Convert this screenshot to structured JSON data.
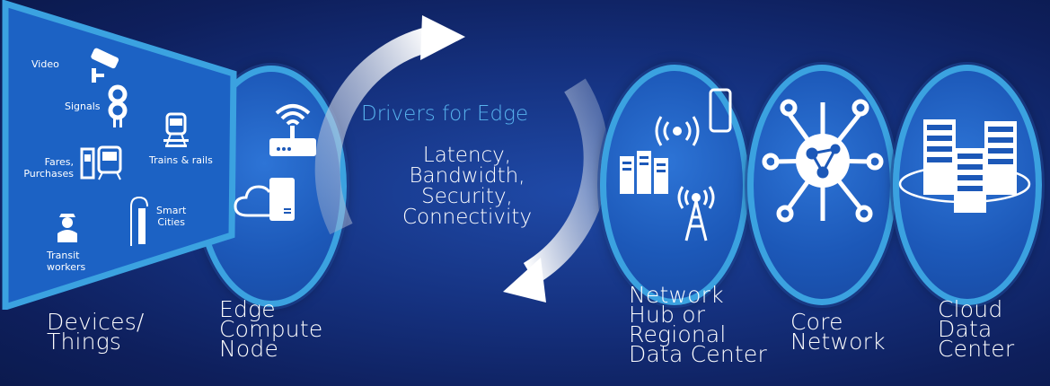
{
  "devices": {
    "items": {
      "video": "Video",
      "signals": "Signals",
      "fares": "Fares,\nPurchases",
      "trains": "Trains & rails",
      "smart": "Smart\nCities",
      "transit": "Transit\nworkers"
    }
  },
  "center": {
    "title": "Drivers for Edge",
    "drivers": [
      "Latency,",
      "Bandwidth,",
      "Security,",
      "Connectivity"
    ]
  },
  "bottom_labels": {
    "devices": "Devices/\nThings",
    "edge": "Edge\nCompute\nNode",
    "network_hub": "Network\nHub or\nRegional\nData Center",
    "core": "Core\nNetwork",
    "cloud": "Cloud\nData\nCenter"
  },
  "colors": {
    "background": "#15317f",
    "panel": "#1c62c4",
    "panel_border": "#3ba2e0",
    "accent_text": "#58b3ee"
  },
  "icons": [
    "video-camera-icon",
    "traffic-signal-icon",
    "train-icon",
    "ticket-machine-icon",
    "smart-city-icon",
    "worker-icon",
    "wifi-router-icon",
    "cloud-server-icon",
    "wireless-signal-icon",
    "phone-icon",
    "server-rack-icon",
    "antenna-tower-icon",
    "network-hub-icon",
    "cloud-servers-icon",
    "cycle-arrows-icon"
  ]
}
